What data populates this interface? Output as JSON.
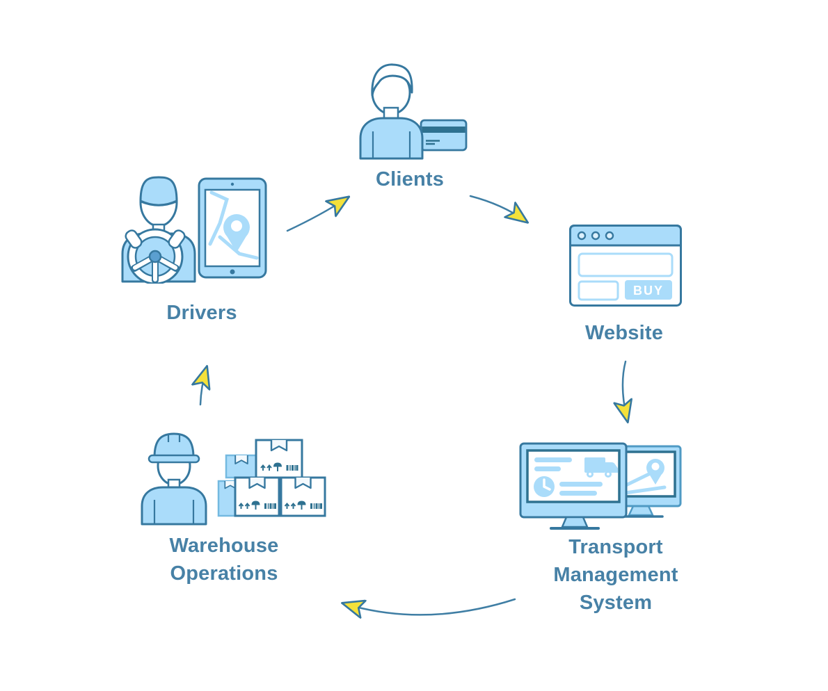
{
  "diagram": {
    "type": "cycle-flow",
    "background": "#ffffff",
    "palette": {
      "outline": "#36789f",
      "fill_light": "#aadcfa",
      "fill_dark": "#2e7190",
      "arrow_line": "#3f7ea4",
      "arrowhead_yellow": "#f4e13a",
      "label_text": "#4781a6"
    },
    "nodes": [
      {
        "id": "clients",
        "label": "Clients",
        "icon": "person-with-credit-card-icon"
      },
      {
        "id": "website",
        "label": "Website",
        "icon": "browser-window-icon",
        "button_label": "BUY"
      },
      {
        "id": "tms",
        "label": "Transport Management System",
        "icon": "dual-monitors-dashboard-map-icon"
      },
      {
        "id": "warehouse",
        "label": "Warehouse Operations",
        "icon": "warehouse-worker-with-boxes-icon"
      },
      {
        "id": "drivers",
        "label": "Drivers",
        "icon": "driver-with-tablet-navigation-icon"
      }
    ],
    "edges": [
      {
        "from": "clients",
        "to": "website"
      },
      {
        "from": "website",
        "to": "tms"
      },
      {
        "from": "tms",
        "to": "warehouse"
      },
      {
        "from": "warehouse",
        "to": "drivers"
      },
      {
        "from": "drivers",
        "to": "clients"
      }
    ]
  }
}
